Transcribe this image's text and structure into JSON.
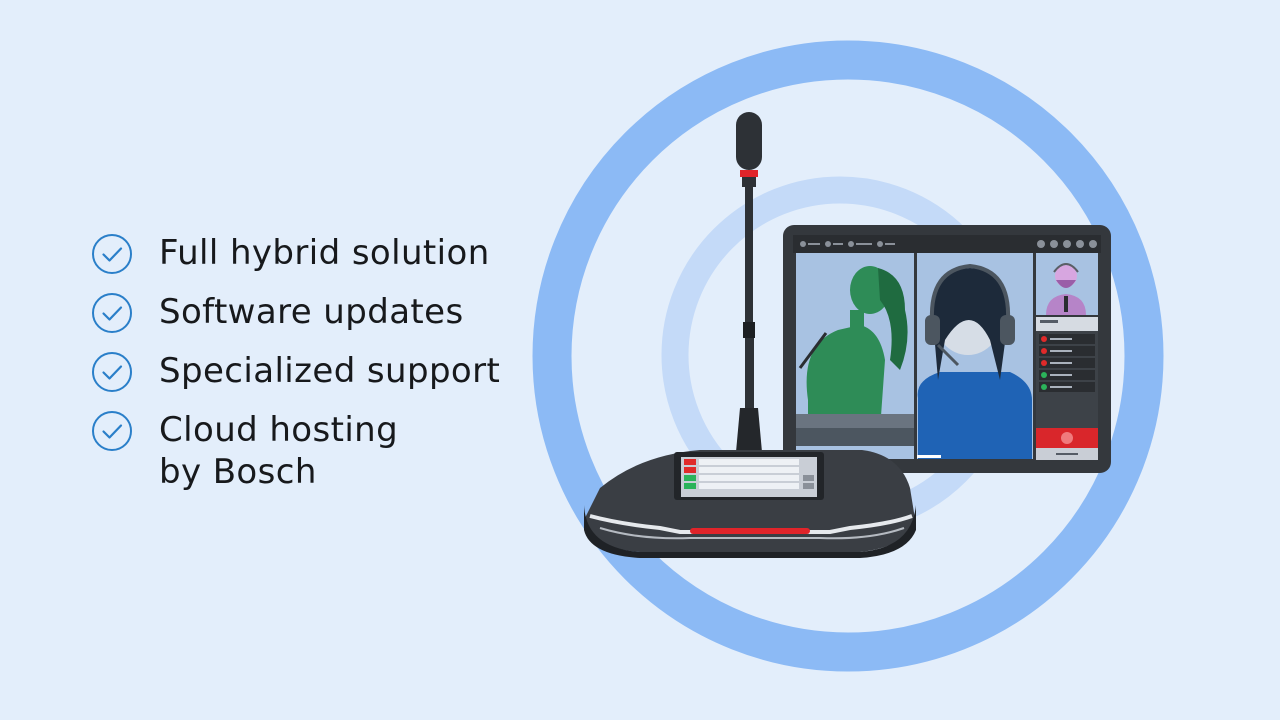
{
  "features": [
    {
      "label": "Full hybrid solution",
      "icon": "check-circle-icon"
    },
    {
      "label": "Software updates",
      "icon": "check-circle-icon"
    },
    {
      "label": "Specialized support",
      "icon": "check-circle-icon"
    },
    {
      "label": "Cloud hosting\nby Bosch",
      "icon": "check-circle-icon"
    }
  ],
  "colors": {
    "background": "#e3eefb",
    "check_blue": "#2a7fc9",
    "ring_blue": "#8cbaf5",
    "text": "#17191c"
  }
}
